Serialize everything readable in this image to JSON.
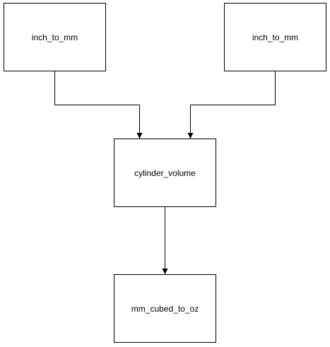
{
  "colors": {
    "background": "#ffffff",
    "stroke": "#000000",
    "text": "#000000"
  },
  "nodes": {
    "inch_left": {
      "label": "inch_to_mm"
    },
    "inch_right": {
      "label": "inch_to_mm"
    },
    "cylinder": {
      "label": "cylinder_volume"
    },
    "oz": {
      "label": "mm_cubed_to_oz"
    }
  },
  "edges": [
    {
      "from": "inch_left",
      "to": "cylinder"
    },
    {
      "from": "inch_right",
      "to": "cylinder"
    },
    {
      "from": "cylinder",
      "to": "oz"
    }
  ]
}
